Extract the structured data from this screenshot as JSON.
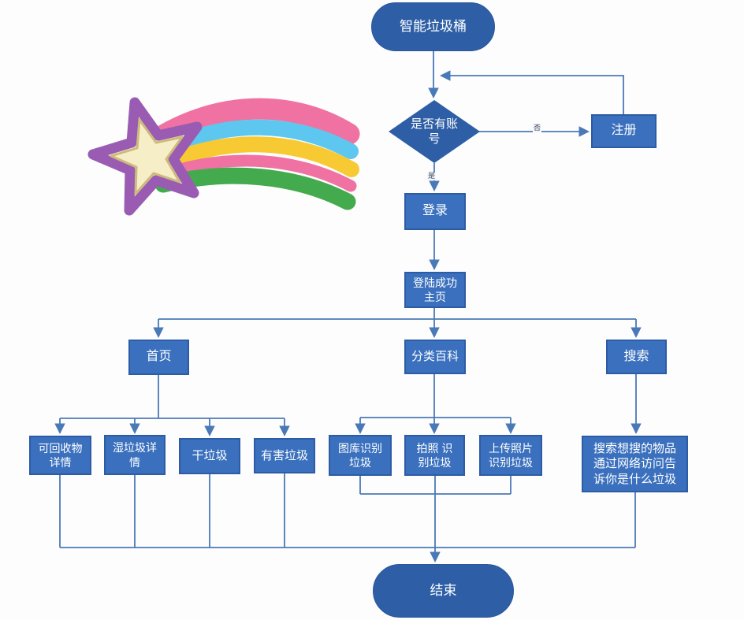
{
  "flowchart": {
    "start": "智能垃圾桶",
    "decision": "是否有账\n号",
    "labels": {
      "no": "否",
      "yes": "是"
    },
    "register": "注册",
    "login": "登录",
    "login_success": "登陆成功\n主页",
    "branches": {
      "home": "首页",
      "encyclopedia": "分类百科",
      "search": "搜索"
    },
    "home_children": {
      "recyclable": "可回收物\n详情",
      "wet": "湿垃圾详\n情",
      "dry": "干垃圾",
      "harmful": "有害垃圾"
    },
    "encyclopedia_children": {
      "gallery": "图库识别\n垃圾",
      "camera": "拍照 识\n别垃圾",
      "upload": "上传照片\n识别垃圾"
    },
    "search_result": "搜索想搜的物品\n通过网络访问告\n诉你是什么垃圾",
    "end": "结束"
  },
  "colors": {
    "node_fill": "#3a70bd",
    "node_border": "#2e5ca4",
    "pill_fill": "#2e5fa6",
    "line": "#4a79b8",
    "star_purple": "#9a5cb3",
    "star_fill": "#f6eec6",
    "band_pink": "#ef72a2",
    "band_blue": "#5ec7ef",
    "band_yellow": "#f7ca33",
    "band_green": "#43ab4e"
  },
  "decoration": {
    "illustration": "rainbow-shooting-star"
  }
}
